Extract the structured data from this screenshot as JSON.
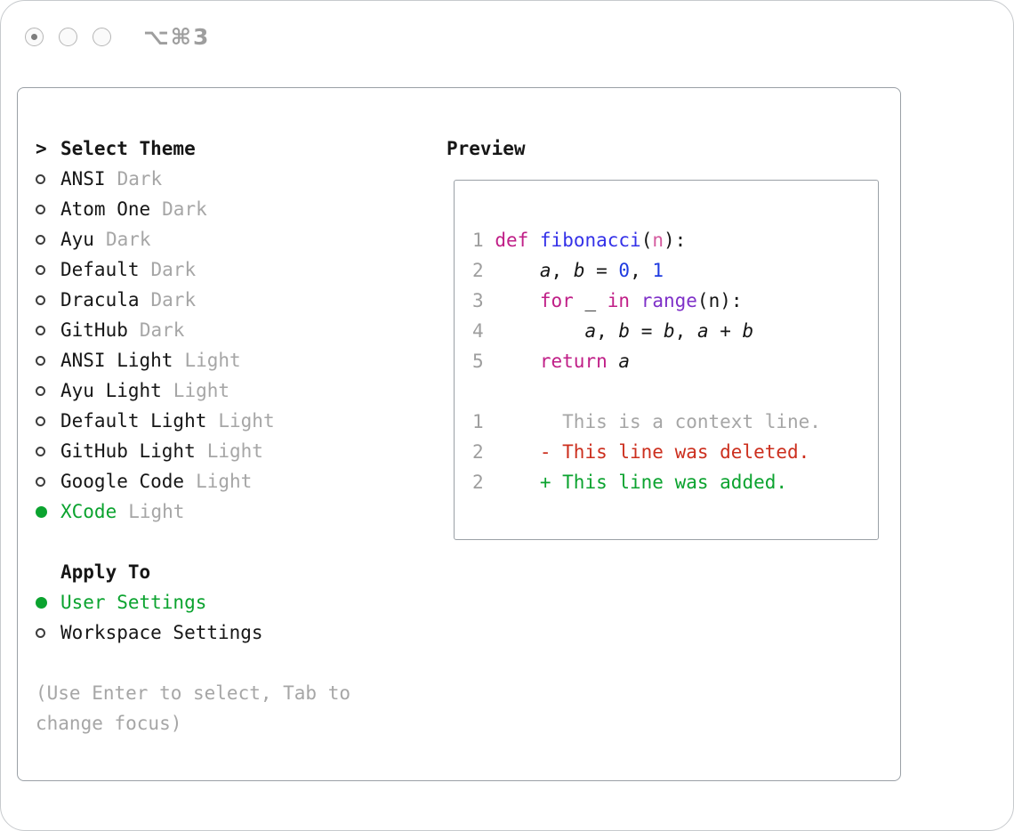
{
  "window": {
    "shortcut_label": "⌥⌘3"
  },
  "theme_picker": {
    "prompt_prefix": ">",
    "title": "Select Theme",
    "themes": [
      {
        "name": "ANSI",
        "variant": "Dark",
        "selected": false
      },
      {
        "name": "Atom One",
        "variant": "Dark",
        "selected": false
      },
      {
        "name": "Ayu",
        "variant": "Dark",
        "selected": false
      },
      {
        "name": "Default",
        "variant": "Dark",
        "selected": false
      },
      {
        "name": "Dracula",
        "variant": "Dark",
        "selected": false
      },
      {
        "name": "GitHub",
        "variant": "Dark",
        "selected": false
      },
      {
        "name": "ANSI Light",
        "variant": "Light",
        "selected": false
      },
      {
        "name": "Ayu Light",
        "variant": "Light",
        "selected": false
      },
      {
        "name": "Default Light",
        "variant": "Light",
        "selected": false
      },
      {
        "name": "GitHub Light",
        "variant": "Light",
        "selected": false
      },
      {
        "name": "Google Code",
        "variant": "Light",
        "selected": false
      },
      {
        "name": "XCode",
        "variant": "Light",
        "selected": true
      }
    ],
    "apply_to": {
      "title": "Apply To",
      "options": [
        {
          "label": "User Settings",
          "selected": true
        },
        {
          "label": "Workspace Settings",
          "selected": false
        }
      ]
    },
    "hint": "(Use Enter to select, Tab to change focus)"
  },
  "preview": {
    "title": "Preview",
    "code_lines": [
      {
        "num": "1",
        "tokens": [
          {
            "text": " "
          },
          {
            "text": "def",
            "type": "keyword"
          },
          {
            "text": " "
          },
          {
            "text": "fibonacci",
            "type": "function"
          },
          {
            "text": "("
          },
          {
            "text": "n",
            "type": "param"
          },
          {
            "text": "):"
          }
        ]
      },
      {
        "num": "2",
        "tokens": [
          {
            "text": "     "
          },
          {
            "text": "a",
            "type": "var"
          },
          {
            "text": ", "
          },
          {
            "text": "b",
            "type": "var"
          },
          {
            "text": " = "
          },
          {
            "text": "0",
            "type": "number"
          },
          {
            "text": ", "
          },
          {
            "text": "1",
            "type": "number"
          }
        ]
      },
      {
        "num": "3",
        "tokens": [
          {
            "text": "     "
          },
          {
            "text": "for",
            "type": "keyword"
          },
          {
            "text": " _ "
          },
          {
            "text": "in",
            "type": "keyword"
          },
          {
            "text": " "
          },
          {
            "text": "range",
            "type": "builtin"
          },
          {
            "text": "(n):"
          }
        ]
      },
      {
        "num": "4",
        "tokens": [
          {
            "text": "         "
          },
          {
            "text": "a",
            "type": "var"
          },
          {
            "text": ", "
          },
          {
            "text": "b",
            "type": "var"
          },
          {
            "text": " = "
          },
          {
            "text": "b",
            "type": "var"
          },
          {
            "text": ", "
          },
          {
            "text": "a",
            "type": "var"
          },
          {
            "text": " + "
          },
          {
            "text": "b",
            "type": "var"
          }
        ]
      },
      {
        "num": "5",
        "tokens": [
          {
            "text": "     "
          },
          {
            "text": "return",
            "type": "keyword"
          },
          {
            "text": " "
          },
          {
            "text": "a",
            "type": "var"
          }
        ]
      }
    ],
    "diff_lines": [
      {
        "num": "1",
        "kind": "context",
        "text": "       This is a context line."
      },
      {
        "num": "2",
        "kind": "deleted",
        "text": "     - This line was deleted."
      },
      {
        "num": "2",
        "kind": "added",
        "text": "     + This line was added."
      }
    ]
  },
  "colors": {
    "ink": "#161616",
    "gray": "#a6a6a6",
    "line_number": "#9e9e9e",
    "green": "#0ba32f",
    "keyword": "#c01f87",
    "function": "#3431e8",
    "number": "#1f3be0",
    "builtin": "#7e30c8",
    "param": "#d45a9e",
    "deleted": "#cc2f1e",
    "added": "#0ba32f",
    "border": "#9aa0a6"
  }
}
